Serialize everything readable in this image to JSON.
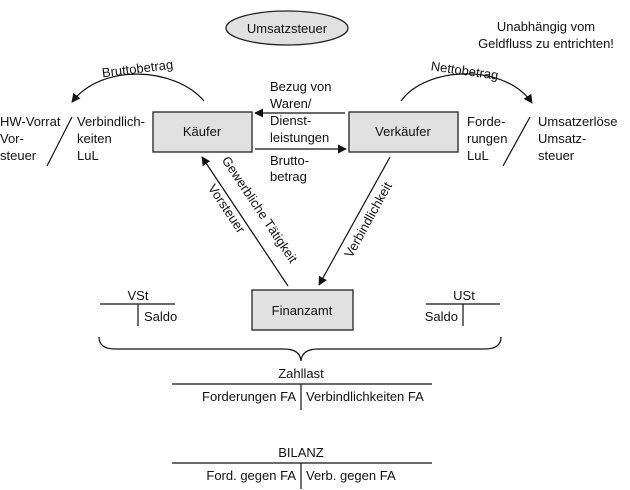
{
  "oval_title": "Umsatzsteuer",
  "note_lines": [
    "Unabhängig vom",
    "Geldfluss zu entrichten!"
  ],
  "boxes": {
    "kaeufer": "Käufer",
    "verkaeufer": "Verkäufer",
    "finanzamt": "Finanzamt"
  },
  "flows": {
    "bezug_lines": [
      "Bezug von",
      "Waren/",
      "Dienst-",
      "leistungen"
    ],
    "brutto_lines": [
      "Brutto-",
      "betrag"
    ],
    "bruttobetrag_arc": "Bruttobetrag",
    "nettobetrag_arc": "Nettobetrag",
    "gewerbliche": "Gewerbliche Tätigkeit",
    "vorsteuer": "Vorsteuer",
    "verbindlichkeit": "Verbindlichkeit"
  },
  "left_split": {
    "left_lines": [
      "HW-Vorrat",
      "Vor-",
      "steuer"
    ],
    "right_lines": [
      "Verbindlich-",
      "keiten",
      "LuL"
    ]
  },
  "right_split": {
    "left_lines": [
      "Forde-",
      "rungen",
      "LuL"
    ],
    "right_lines": [
      "Umsatzerlöse",
      "Umsatz-",
      "steuer"
    ]
  },
  "accounts": {
    "vst_title": "VSt",
    "vst_right": "Saldo",
    "ust_title": "USt",
    "ust_left": "Saldo"
  },
  "zahllast": {
    "title": "Zahllast",
    "left": "Forderungen FA",
    "right": "Verbindlichkeiten FA"
  },
  "bilanz": {
    "title": "BILANZ",
    "left": "Ford. gegen FA",
    "right": "Verb. gegen FA"
  }
}
